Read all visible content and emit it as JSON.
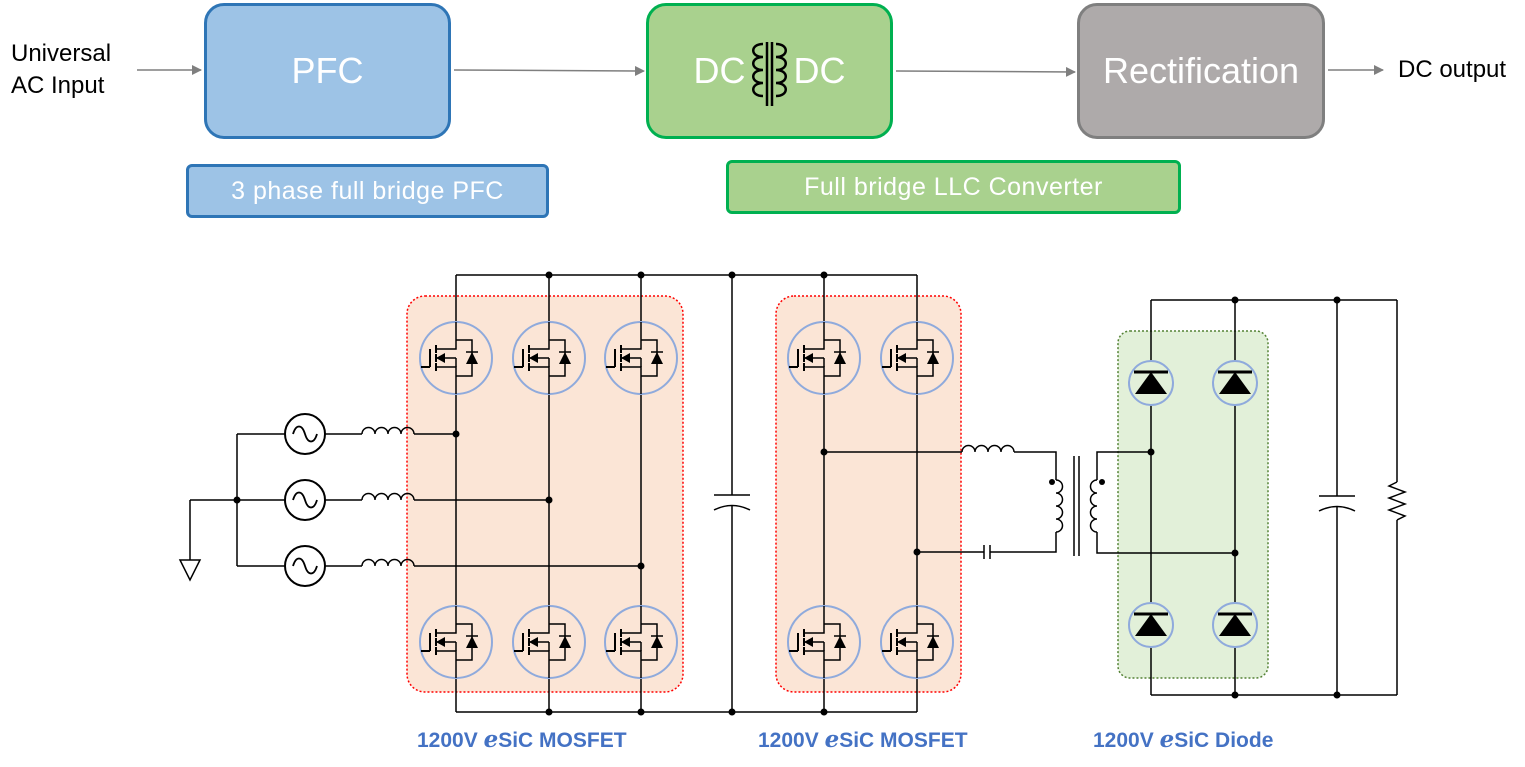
{
  "flow": {
    "input_line1": "Universal",
    "input_line2": "AC Input",
    "pfc": "PFC",
    "dc_left": "DC",
    "dc_right": "DC",
    "rectification": "Rectification",
    "output": "DC output"
  },
  "labels": {
    "pfc_desc": "3 phase full bridge PFC",
    "llc_desc": "Full bridge LLC Converter"
  },
  "parts": {
    "pfc_v": "1200V",
    "pfc_e": "e",
    "pfc_name": "SiC MOSFET",
    "llc_v": "1200V",
    "llc_e": "e",
    "llc_name": "SiC MOSFET",
    "rect_v": "1200V",
    "rect_e": "e",
    "rect_name": "SiC Diode"
  },
  "colors": {
    "pfc_fill": "#9dc3e6",
    "pfc_border": "#2e75b6",
    "dc_fill": "#a9d18e",
    "dc_border": "#00b050",
    "rect_fill": "#aeaaaa",
    "rect_border": "#7f7f7f",
    "mosfet_region": "#fbe5d6",
    "mosfet_region_border": "#ff0000",
    "diode_region": "#e2f0d9",
    "diode_region_border": "#548235",
    "device_circle": "#8faadc",
    "part_text": "#4472c4"
  }
}
